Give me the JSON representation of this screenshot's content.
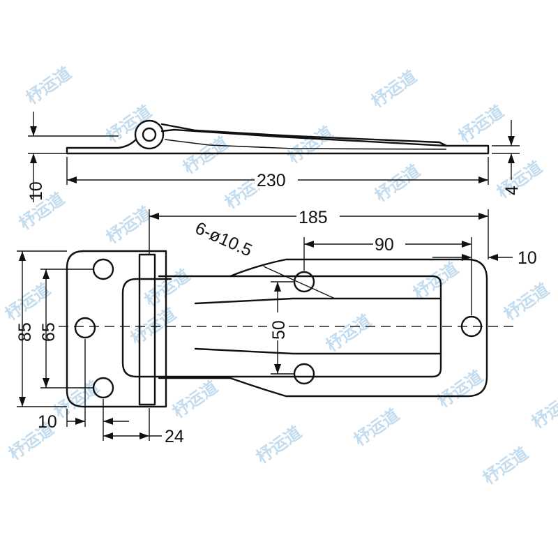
{
  "dimensions": {
    "total_length": "230",
    "thickness_left": "10",
    "thickness_right": "4",
    "hole_span": "185",
    "holes": "6-ø10.5",
    "slot_length": "90",
    "end_offset": "10",
    "height_outer": "85",
    "height_inner": "65",
    "slot_height": "50",
    "left_offset": "10",
    "left_width": "24"
  },
  "watermark": "杼运道"
}
